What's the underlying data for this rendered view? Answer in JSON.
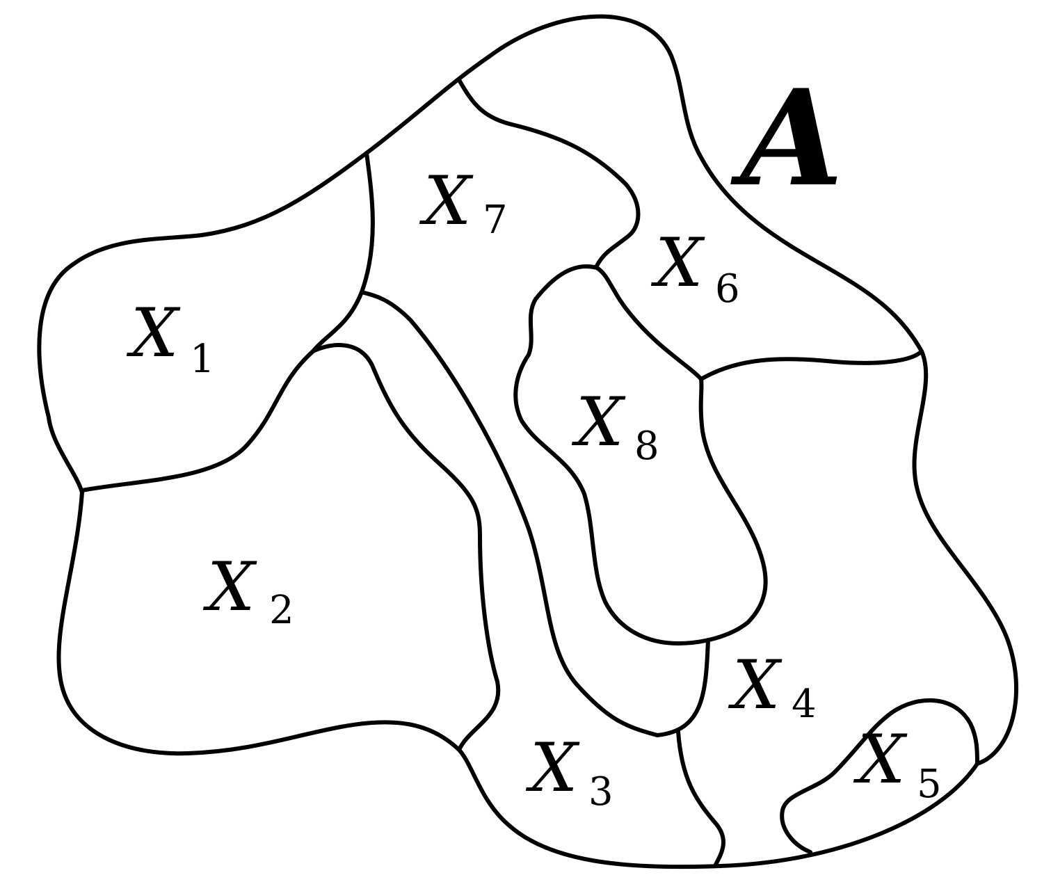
{
  "set_label": "A",
  "regions": [
    {
      "id": "X1",
      "letter": "X",
      "sub": "1"
    },
    {
      "id": "X2",
      "letter": "X",
      "sub": "2"
    },
    {
      "id": "X3",
      "letter": "X",
      "sub": "3"
    },
    {
      "id": "X4",
      "letter": "X",
      "sub": "4"
    },
    {
      "id": "X5",
      "letter": "X",
      "sub": "5"
    },
    {
      "id": "X6",
      "letter": "X",
      "sub": "6"
    },
    {
      "id": "X7",
      "letter": "X",
      "sub": "7"
    },
    {
      "id": "X8",
      "letter": "X",
      "sub": "8"
    }
  ]
}
